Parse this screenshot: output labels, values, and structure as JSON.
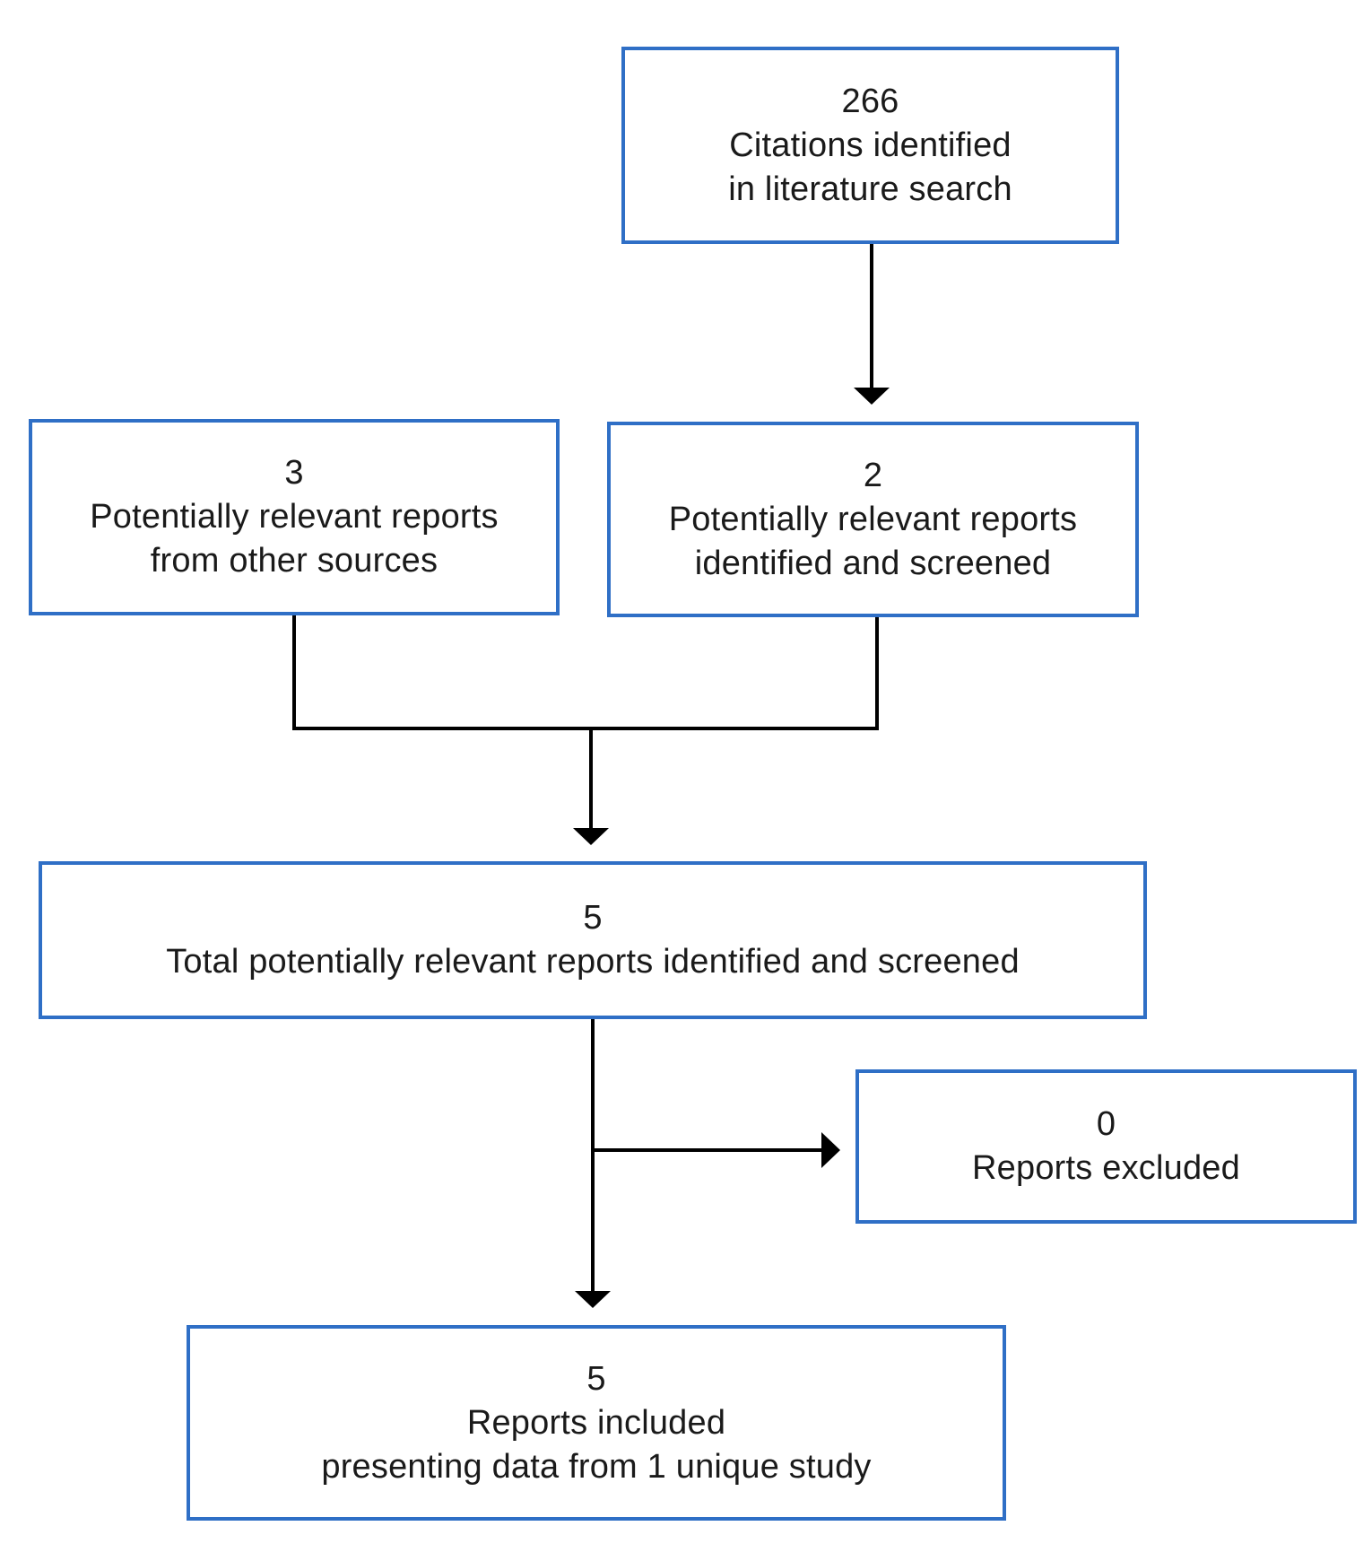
{
  "boxes": {
    "citations": {
      "count": "266",
      "line1": "Citations identified",
      "line2": "in literature search"
    },
    "other_sources": {
      "count": "3",
      "line1": "Potentially relevant reports",
      "line2": "from other sources"
    },
    "screened": {
      "count": "2",
      "line1": "Potentially relevant reports",
      "line2": "identified and screened"
    },
    "total": {
      "count": "5",
      "line1": "Total potentially relevant reports identified and screened"
    },
    "excluded": {
      "count": "0",
      "line1": "Reports excluded"
    },
    "included": {
      "count": "5",
      "line1": "Reports included",
      "line2": "presenting data from 1 unique study"
    }
  },
  "colors": {
    "box_border": "#2f6fc6",
    "connector": "#000000",
    "text": "#1a1a1a",
    "background": "#ffffff"
  }
}
